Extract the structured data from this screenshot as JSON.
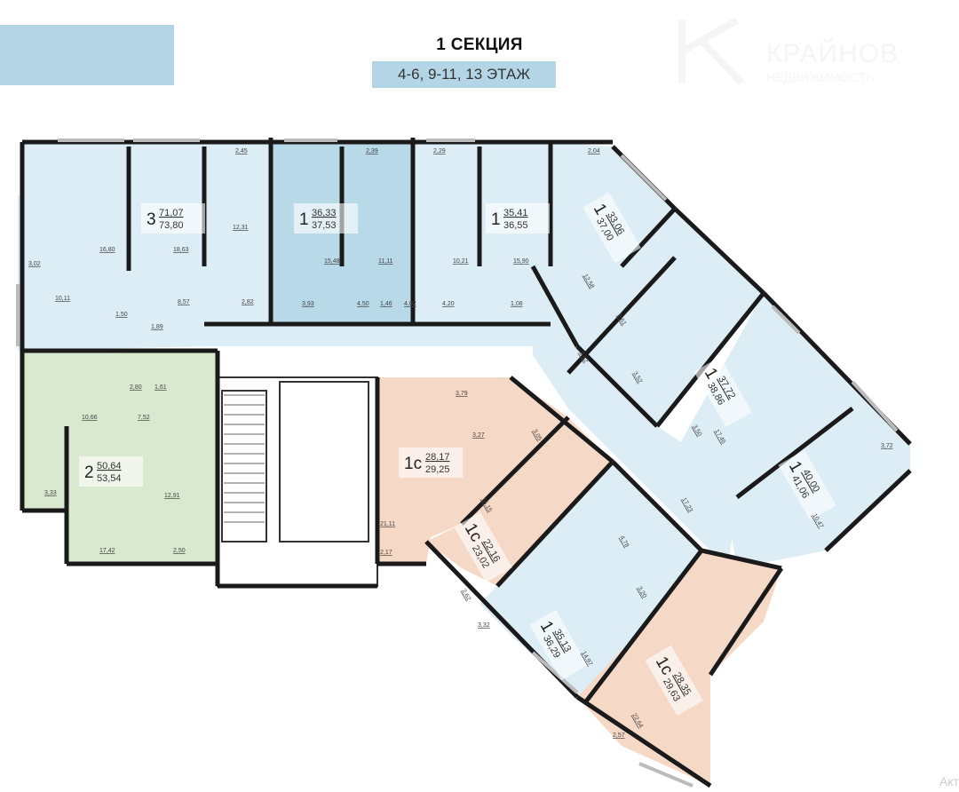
{
  "header": {
    "section_title": "1 СЕКЦИЯ",
    "floors": "4-6, 9-11, 13 ЭТАЖ"
  },
  "watermark": {
    "brand": "КРАЙНОВ",
    "subtitle": "НЕДВИЖИМОСТЬ"
  },
  "colors": {
    "light_blue": "#dcedf6",
    "mid_blue": "#b8d9e8",
    "green": "#d9e9cf",
    "peach": "#f6d8c7",
    "wall": "#1a1a1a",
    "header_box": "#b3d5e6"
  },
  "apartments": [
    {
      "rooms": "3",
      "area_living": "71,07",
      "area_total": "73,80"
    },
    {
      "rooms": "1",
      "area_living": "36,33",
      "area_total": "37,53"
    },
    {
      "rooms": "1",
      "area_living": "35,41",
      "area_total": "36,55"
    },
    {
      "rooms": "1",
      "area_living": "33,06",
      "area_total": "37,00"
    },
    {
      "rooms": "1",
      "area_living": "37,72",
      "area_total": "38,86"
    },
    {
      "rooms": "1",
      "area_living": "40,00",
      "area_total": "41,06"
    },
    {
      "rooms": "2",
      "area_living": "50,64",
      "area_total": "53,54"
    },
    {
      "rooms": "1с",
      "area_living": "28,17",
      "area_total": "29,25"
    },
    {
      "rooms": "1с",
      "area_living": "22,16",
      "area_total": "23,02"
    },
    {
      "rooms": "1",
      "area_living": "35,13",
      "area_total": "36,29"
    },
    {
      "rooms": "1с",
      "area_living": "28,35",
      "area_total": "29,63"
    }
  ],
  "room_areas": [
    "2,45",
    "2,39",
    "2,29",
    "2,04",
    "16,80",
    "18,63",
    "12,31",
    "15,48",
    "11,11",
    "10,21",
    "15,90",
    "3,02",
    "10,11",
    "1,50",
    "1,89",
    "8,57",
    "2,82",
    "3,93",
    "4,50",
    "1,46",
    "4,02",
    "4,20",
    "1,08",
    "2,80",
    "1,61",
    "10,66",
    "7,52",
    "12,91",
    "17,42",
    "2,50",
    "3,33",
    "21,11",
    "2,17",
    "3,79",
    "3,27",
    "3,05",
    "3,62",
    "2,62",
    "16,15",
    "3,32",
    "14,97",
    "22,64",
    "2,57",
    "12,58",
    "9,61",
    "3,52",
    "3,50",
    "17,46",
    "17,23",
    "3,72",
    "10,47",
    "4,78",
    "3,20"
  ],
  "footer": {
    "corner_text": "Акт"
  }
}
